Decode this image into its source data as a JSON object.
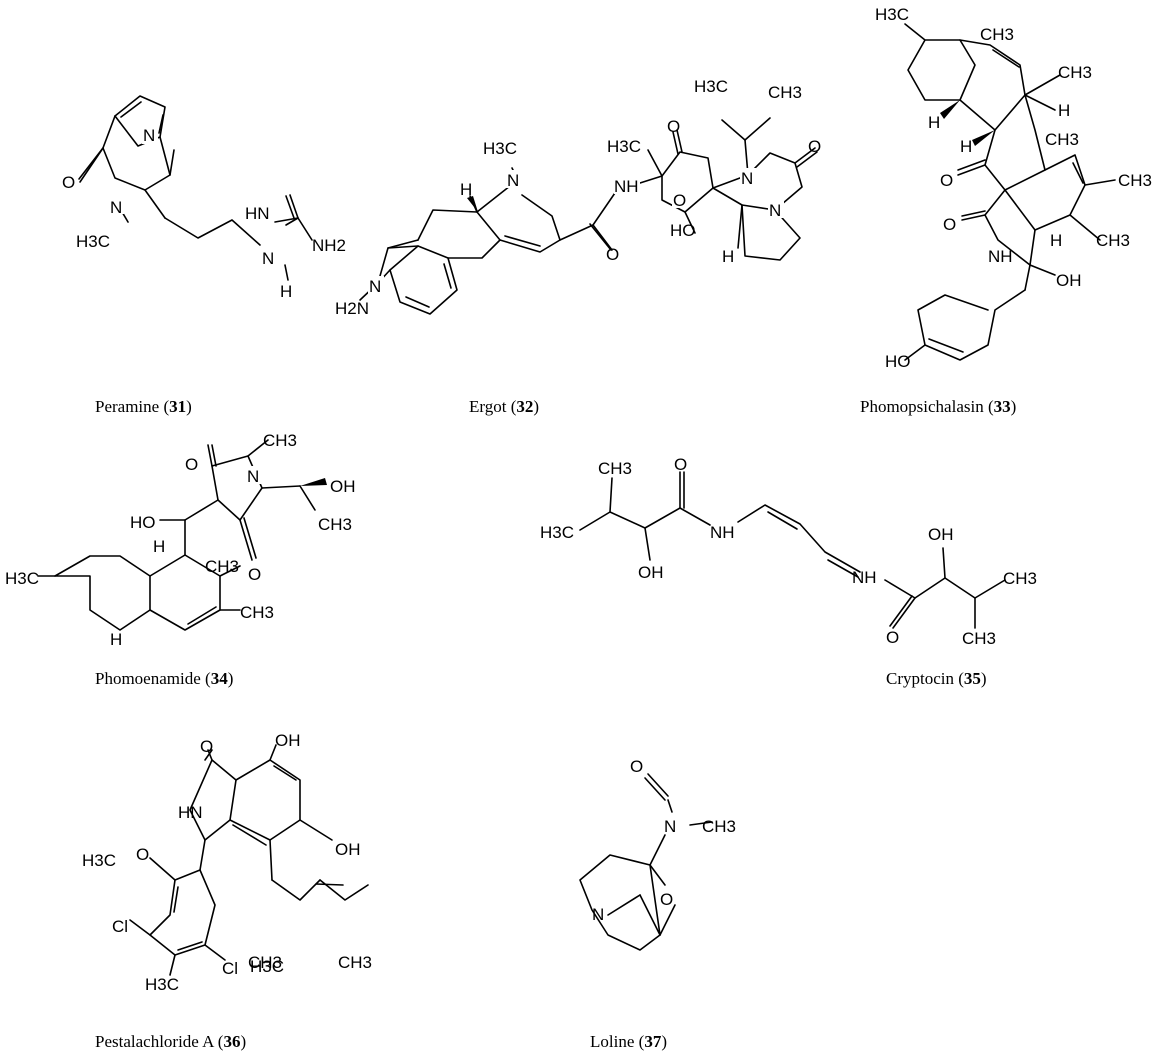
{
  "compounds": [
    {
      "id": "peramine",
      "name": "Peramine",
      "number": "31"
    },
    {
      "id": "ergot",
      "name": "Ergot",
      "number": "32"
    },
    {
      "id": "phomopsichalasin",
      "name": "Phomopsichalasin",
      "number": "33"
    },
    {
      "id": "phomoenamide",
      "name": "Phomoenamide",
      "number": "34"
    },
    {
      "id": "cryptocin",
      "name": "Cryptocin ",
      "number": "35"
    },
    {
      "id": "pestalachloride",
      "name": "Pestalachloride A",
      "number": "36"
    },
    {
      "id": "loline",
      "name": "Loline",
      "number": "37"
    }
  ],
  "atom_labels": {
    "peramine": [
      "N",
      "O",
      "N",
      "H3C",
      "HN",
      "NH2",
      "N",
      "H"
    ],
    "ergot": [
      "H3C",
      "N",
      "H",
      "H2N",
      "N",
      "NH",
      "O",
      "H3C",
      "O",
      "H3C",
      "CH3",
      "O",
      "N",
      "O",
      "HO",
      "H",
      "N"
    ],
    "phomopsichalasin": [
      "H3C",
      "CH3",
      "CH3",
      "H",
      "H",
      "H",
      "CH3",
      "O",
      "CH3",
      "O",
      "NH",
      "H",
      "CH3",
      "OH",
      "HO"
    ],
    "phomoenamide": [
      "CH3",
      "O",
      "N",
      "OH",
      "HO",
      "H",
      "CH3",
      "O",
      "CH3",
      "H3C",
      "CH3",
      "H"
    ],
    "cryptocin": [
      "CH3",
      "O",
      "H3C",
      "NH",
      "OH",
      "OH",
      "NH",
      "CH3",
      "O",
      "CH3"
    ],
    "pestalachloride": [
      "O",
      "OH",
      "HN",
      "OH",
      "H3C",
      "O",
      "Cl",
      "Cl",
      "H3C",
      "CH3",
      "CH3",
      "H3C"
    ],
    "loline": [
      "O",
      "N",
      "CH3",
      "O",
      "N"
    ]
  }
}
